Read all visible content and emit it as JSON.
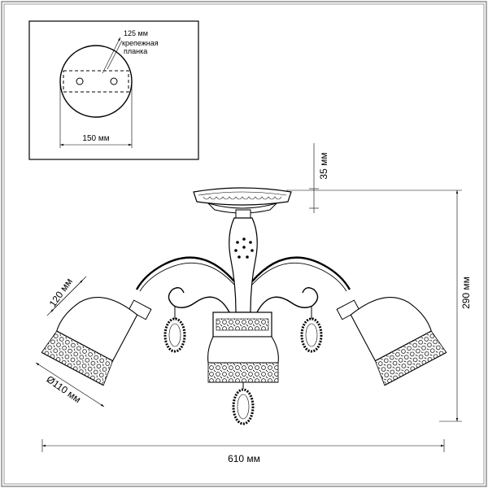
{
  "inset": {
    "dim_bracket": "125 мм",
    "bracket_label_line1": "крепежная",
    "bracket_label_line2": "планка",
    "dim_plate": "150 мм"
  },
  "dims": {
    "canopy_height": "35 мм",
    "total_height": "290 мм",
    "shade_height": "120 мм",
    "shade_diameter": "Ø110 мм",
    "total_width": "610 мм"
  }
}
